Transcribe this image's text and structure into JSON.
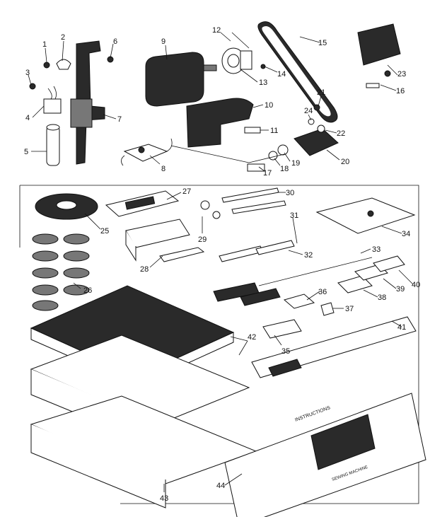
{
  "callouts": {
    "c1": "1",
    "c2": "2",
    "c3": "3",
    "c4": "4",
    "c5": "5",
    "c6": "6",
    "c7": "7",
    "c8": "8",
    "c9": "9",
    "c10": "10",
    "c11": "11",
    "c12": "12",
    "c13": "13",
    "c14": "14",
    "c15": "15",
    "c16": "16",
    "c17": "17",
    "c18": "18",
    "c19": "19",
    "c20": "20",
    "c21": "21",
    "c22": "22",
    "c23": "23",
    "c24": "24",
    "c25": "25",
    "c26": "26",
    "c27": "27",
    "c28": "28",
    "c29": "29",
    "c30": "30",
    "c31": "31",
    "c32": "32",
    "c33": "33",
    "c34": "34",
    "c35": "35",
    "c36": "36",
    "c37": "37",
    "c38": "38",
    "c39": "39",
    "c40": "40",
    "c41": "41",
    "c42": "42",
    "c43": "43",
    "c44": "44"
  },
  "booklet": {
    "title": "INSTRUCTIONS",
    "subtitle": "SEWING MACHINE"
  }
}
